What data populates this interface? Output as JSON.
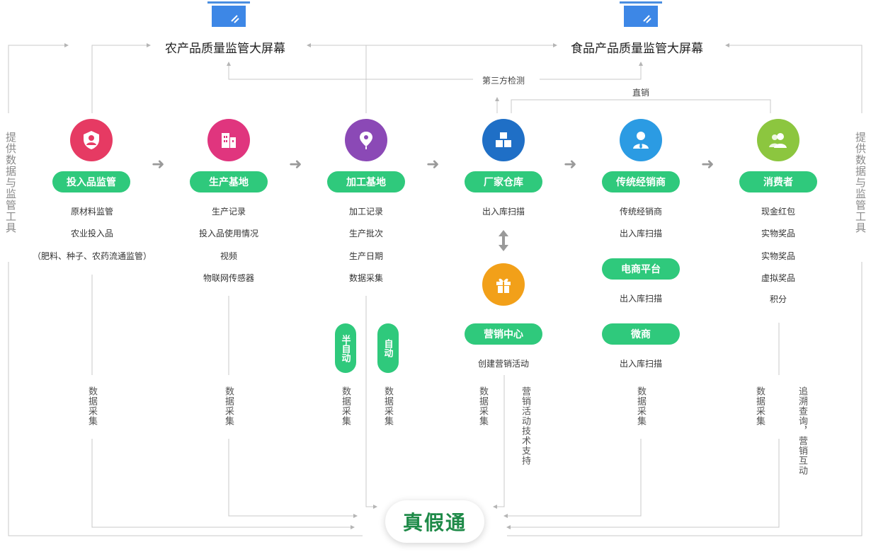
{
  "screens": {
    "agri": {
      "title": "农产品质量监管大屏幕"
    },
    "food": {
      "title": "食品产品质量监管大屏幕"
    }
  },
  "labels": {
    "third_party": "第三方检测",
    "direct_sale": "直销",
    "side_left": "提供数据与监管工具",
    "side_right": "提供数据与监管工具"
  },
  "nodes": {
    "inputs": {
      "label": "投入品监管",
      "items": [
        "原材料监管",
        "农业投入品",
        "（肥料、种子、农药流通监管）"
      ],
      "icon": "shield-person-icon",
      "color": "#e63a63"
    },
    "production": {
      "label": "生产基地",
      "items": [
        "生产记录",
        "投入品使用情况",
        "视频",
        "物联网传感器"
      ],
      "icon": "buildings-icon",
      "color": "#e0357e"
    },
    "processing": {
      "label": "加工基地",
      "items": [
        "加工记录",
        "生产批次",
        "生产日期",
        "数据采集"
      ],
      "icon": "location-pin-icon",
      "color": "#8b49b6"
    },
    "warehouse": {
      "label": "厂家仓库",
      "items": [
        "出入库扫描"
      ],
      "icon": "boxes-icon",
      "color": "#1f6fc6"
    },
    "distributor": {
      "label": "传统经销商",
      "items": [
        "传统经销商",
        "出入库扫描"
      ],
      "icon": "business-person-icon",
      "color": "#2b9be3"
    },
    "consumer": {
      "label": "消费者",
      "items": [
        "现金红包",
        "实物奖品",
        "实物奖品",
        "虚拟奖品",
        "积分"
      ],
      "icon": "users-icon",
      "color": "#8cc63f"
    },
    "marketing": {
      "label": "营销中心",
      "items": [
        "创建营销活动"
      ],
      "icon": "gift-icon",
      "color": "#f2a019"
    },
    "ecommerce": {
      "label": "电商平台",
      "items": [
        "出入库扫描"
      ]
    },
    "wechat": {
      "label": "微商",
      "items": [
        "出入库扫描"
      ]
    }
  },
  "pills_vertical": {
    "semi_auto": "半自动",
    "auto": "自动"
  },
  "vertical_labels": {
    "collect_1": "数据采集",
    "collect_2": "数据采集",
    "collect_3": "数据采集",
    "collect_4": "数据采集",
    "collect_5": "数据采集",
    "marketing_support": "营销活动技术支持",
    "collect_6": "数据采集",
    "collect_7": "数据采集",
    "trace": "追溯查询，营销互动"
  },
  "brand": {
    "name": "真假通",
    "color": "#1e8a48"
  }
}
